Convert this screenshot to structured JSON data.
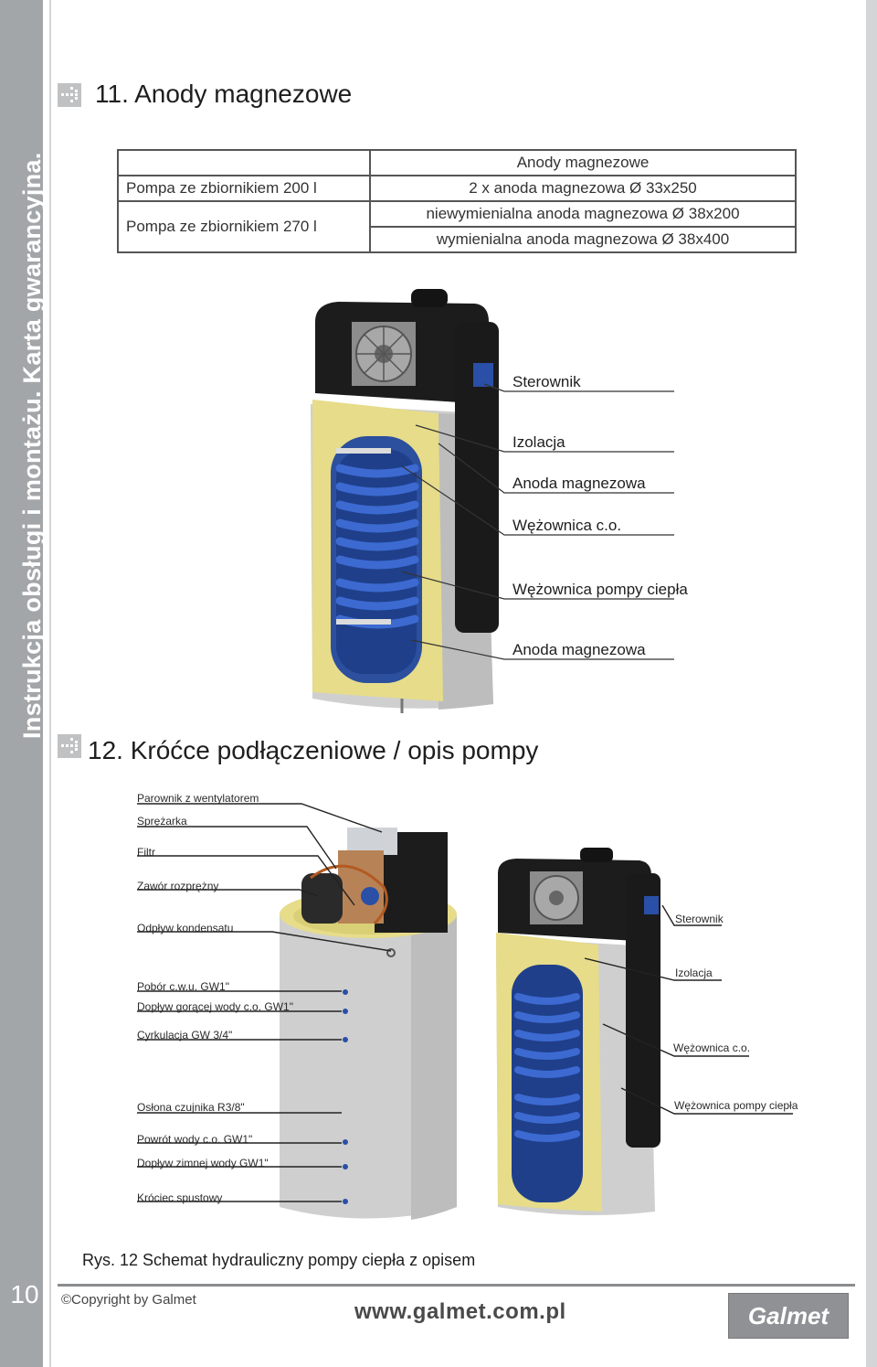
{
  "sidebar": {
    "text": "Instrukcja obsługi i montażu. Karta gwarancyjna.",
    "page_number": "10"
  },
  "section11": {
    "title": "11. Anody magnezowe",
    "table": {
      "header": "Anody magnezowe",
      "rows": [
        {
          "label": "Pompa ze zbiornikiem 200 l",
          "value": "2 x anoda magnezowa Ø 33x250"
        },
        {
          "label": "Pompa ze zbiornikiem 270 l",
          "value1": "niewymienialna anoda magnezowa Ø 38x200",
          "value2": "wymienialna anoda magnezowa Ø 38x400"
        }
      ]
    },
    "callouts": [
      "Sterownik",
      "Izolacja",
      "Anoda magnezowa",
      "Wężownica c.o.",
      "Wężownica pompy ciepła",
      "Anoda magnezowa"
    ]
  },
  "section12": {
    "title": "12. Króćce podłączeniowe / opis pompy",
    "left_labels": [
      "Parownik z wentylatorem",
      "Sprężarka",
      "Filtr",
      "Zawór rozprężny",
      "Odpływ kondensatu",
      "Pobór c.w.u. GW1\"",
      "Dopływ gorącej wody c.o. GW1\"",
      "Cyrkulacja GW 3/4\"",
      "Osłona czujnika R3/8\"",
      "Powrót wody c.o. GW1\"",
      "Dopływ zimnej wody GW1\"",
      "Króciec spustowy"
    ],
    "right_labels": [
      "Sterownik",
      "Izolacja",
      "Wężownica c.o.",
      "Wężownica pompy ciepła"
    ]
  },
  "caption": "Rys. 12 Schemat hydrauliczny pompy ciepła z opisem",
  "footer": {
    "copyright": "©Copyright by Galmet",
    "website": "www.galmet.com.pl",
    "logo": "Galmet"
  },
  "colors": {
    "sidebar": "#a3a6a9",
    "insulation": "#e6dc8a",
    "coil": "#2b56b8",
    "tank": "#d0d0d0",
    "housing": "#1c1c1c"
  }
}
